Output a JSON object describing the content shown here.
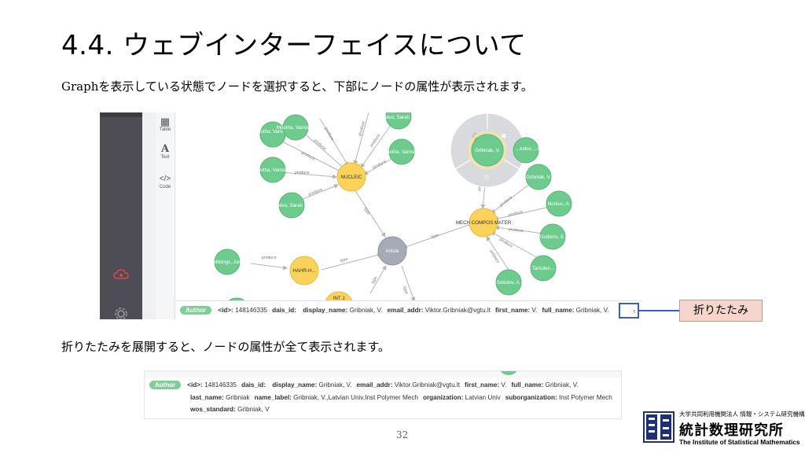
{
  "slide": {
    "title": "4.4. ウェブインターフェイスについて",
    "subtitle": "Graphを表示している状態でノードを選択すると、下部にノードの属性が表示されます。",
    "subtitle2": "折りたたみを展開すると、ノードの属性が全て表示されます。",
    "page_number": "32",
    "callout": "折りたたみ"
  },
  "toolbar": {
    "items": [
      {
        "label": "Table",
        "icon": "table-icon"
      },
      {
        "label": "Text",
        "icon": "text-icon"
      },
      {
        "label": "Code",
        "icon": "code-icon"
      }
    ]
  },
  "graph": {
    "nodes": {
      "mootha1": "Mootha, Vamsi K.",
      "mootha2": "Mootha, Vamsi K.",
      "mootha3": "Mootha, Vamsi K.",
      "mootha4": "Mootha, Vamsi K.",
      "calvo1": "Calvo, Sarah E.",
      "calvo2": "Calvo, Sarah E.",
      "nucleic": "NUCLEIC",
      "article": "Article",
      "hahr": "HAHR-H...",
      "intj": "INT J",
      "gibbings": "Gibbings, Julie",
      "mech": "MECH COMPOS MATER",
      "gribniak_sel": "Gribniak, V.",
      "gribniak": "Gribniak, V.",
      "sokolov_top": "...kolov, ...K.",
      "norkus": "Norkus, A.",
      "gudonis": "Gudonis, E.",
      "tamulen": "Tamulen...",
      "sokolov": "Sokolov, A."
    },
    "edges": {
      "produce": "produce",
      "type": "type"
    }
  },
  "props_collapsed": {
    "label": "Author",
    "items": [
      {
        "key": "<id>:",
        "value": "148146335"
      },
      {
        "key": "dais_id:",
        "value": ""
      },
      {
        "key": "display_name:",
        "value": "Gribniak, V."
      },
      {
        "key": "email_addr:",
        "value": "Viktor.Gribniak@vgtu.lt"
      },
      {
        "key": "first_name:",
        "value": "V."
      },
      {
        "key": "full_name:",
        "value": "Gribniak, V."
      }
    ],
    "collapse_icon": "‹"
  },
  "props_expanded": {
    "label": "Author",
    "row1": [
      {
        "key": "<id>:",
        "value": "148146335"
      },
      {
        "key": "dais_id:",
        "value": ""
      },
      {
        "key": "display_name:",
        "value": "Gribniak, V."
      },
      {
        "key": "email_addr:",
        "value": "Viktor.Gribniak@vgtu.lt"
      },
      {
        "key": "first_name:",
        "value": "V."
      },
      {
        "key": "full_name:",
        "value": "Gribniak, V."
      }
    ],
    "row2": [
      {
        "key": "last_name:",
        "value": "Gribniak"
      },
      {
        "key": "name_label:",
        "value": "Gribniak, V.,Latvian Univ,Inst Polymer Mech"
      },
      {
        "key": "organization:",
        "value": "Latvian Univ"
      },
      {
        "key": "suborganization:",
        "value": "Inst Polymer Mech"
      }
    ],
    "row3": [
      {
        "key": "wos_standard:",
        "value": "Gribniak, V"
      }
    ]
  },
  "logo": {
    "line1": "大学共同利用機関法人 情報・システム研究機構",
    "line2": "統計数理研究所",
    "line3": "The Institute of Statistical Mathematics"
  },
  "colors": {
    "author_node": "#6dcb8d",
    "venue_node": "#fcd25b",
    "article_node": "#a5abb6",
    "badge": "#7dcf96",
    "highlight": "#3a5ecf",
    "callout_bg": "#f4d6cc"
  }
}
